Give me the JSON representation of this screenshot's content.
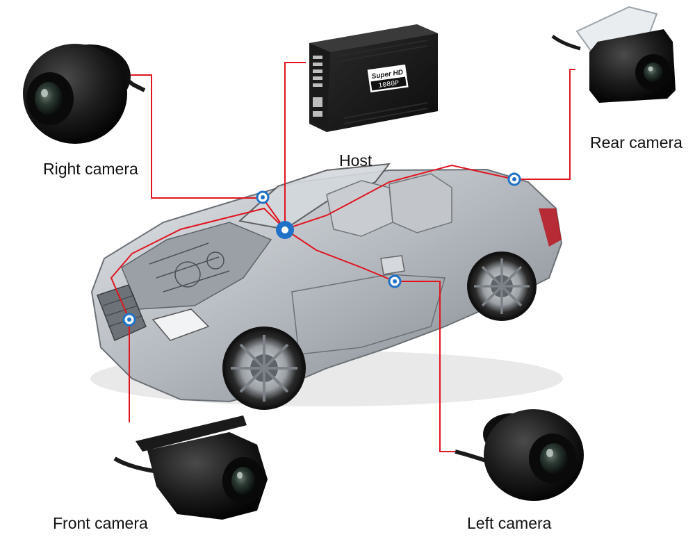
{
  "labels": {
    "right_camera": "Right camera",
    "host": "Host",
    "rear_camera": "Rear camera",
    "front_camera": "Front camera",
    "left_camera": "Left camera"
  },
  "host_badge": {
    "line1": "Super HD",
    "line2": "1080P"
  },
  "colors": {
    "wire": "#e0141e",
    "node": "#1f72c7",
    "camera_body": "#151515",
    "car_body": "#b9bec4"
  }
}
